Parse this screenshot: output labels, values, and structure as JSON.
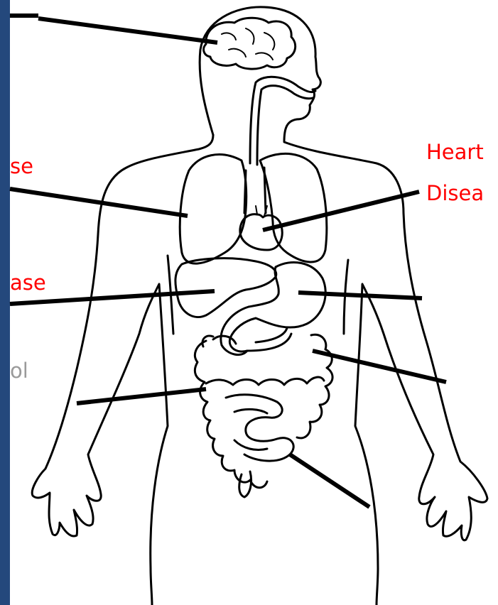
{
  "labels": {
    "heart_line1": "Heart",
    "heart_line2": "Disea",
    "lung_fragment": "se",
    "liver_fragment": "ase",
    "gray_fragment": "ol"
  },
  "colors": {
    "label_red": "#ff0000",
    "label_gray": "#9a9a9a",
    "left_strip": "#24487c",
    "outline": "#000000"
  }
}
